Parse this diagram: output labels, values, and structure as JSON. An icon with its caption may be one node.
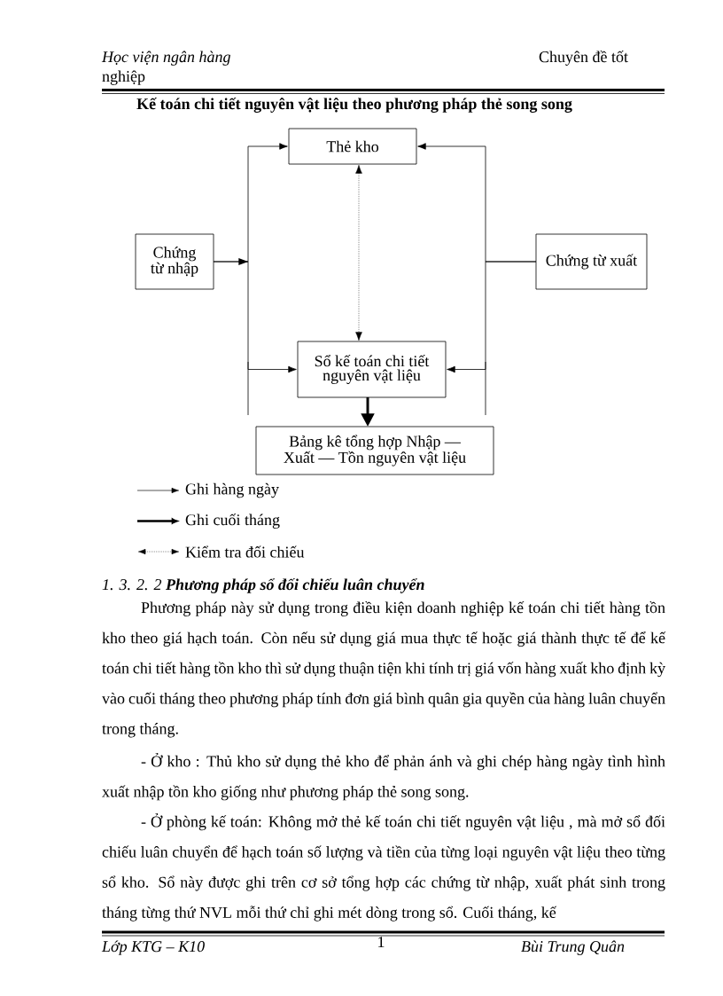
{
  "diagram": {
    "title": "Kế toán chi tiết nguyên vật liệu theo phương pháp thẻ song song",
    "nodes": [
      {
        "text": [
          "Thẻ kho"
        ]
      },
      {
        "text": [
          "Chứng từ nhập"
        ]
      },
      {
        "text": [
          "Chứng từ xuất"
        ]
      },
      {
        "text": [
          "Sổ kế toán chi tiết nguyên vật liệu"
        ]
      },
      {
        "text": [
          "Bảng kê tổng hợp Nhập — Xuất — Tồn nguyên vật liệu"
        ]
      }
    ],
    "edges": [
      {
        "from": 1,
        "to": 0,
        "arrow": "to"
      },
      {
        "from": 1,
        "to": 3,
        "arrow": "to"
      },
      {
        "from": 2,
        "to": 0,
        "arrow": "to"
      },
      {
        "from": 2,
        "to": 3,
        "arrow": "to"
      },
      {
        "from": 0,
        "to": 3,
        "arrow": "both",
        "style": "dashed"
      },
      {
        "from": 3,
        "to": 4,
        "arrow": "to",
        "style": "thick"
      }
    ],
    "labels": [
      "Học viện ngân hàng",
      "Chuyên đề tốt",
      "nghiệp",
      "1. 3. 2. 2 **Phương pháp sổ đối chiếu luân chuyển**",
      "Phương pháp này sử dụng trong điều kiện doanh nghiệp kế toán chi tiết hàng tồn kho theo giá hạch toán. Còn nếu sử dụng giá mua thực tế hoặc giá thành thực tế để kế toán chi tiết hàng tồn kho thì sử dụng thuận tiện khi tính trị giá vốn hàng xuất kho định kỳ vào cuối tháng theo phương pháp tính đơn giá bình quân gia quyền của hàng luân chuyển trong tháng.",
      "- Ở kho : Thủ kho sử dụng thẻ kho để phản ánh và ghi chép hàng ngày tình hình xuất nhập tồn kho giống như phương pháp thẻ song song.",
      "- Ở phòng kế toán: Không mở thẻ kế toán chi tiết nguyên vật liệu , mà mở sổ đối chiếu luân chuyển để hạch toán số lượng và tiền của từng loại nguyên vật liệu theo từng sổ kho. Sổ này được ghi trên cơ sở tổng hợp các chứng từ nhập, xuất phát sinh trong tháng từng thứ NVL mỗi thứ chỉ ghi mét dòng trong sổ. Cuối tháng, kế",
      "Lớp KTG – K10",
      "1",
      "Bùi Trung Quân"
    ],
    "legend": [
      {
        "text": "Ghi hàng ngày"
      },
      {
        "text": "Ghi cuối tháng"
      },
      {
        "text": "Kiểm tra đối chiếu"
      }
    ]
  }
}
